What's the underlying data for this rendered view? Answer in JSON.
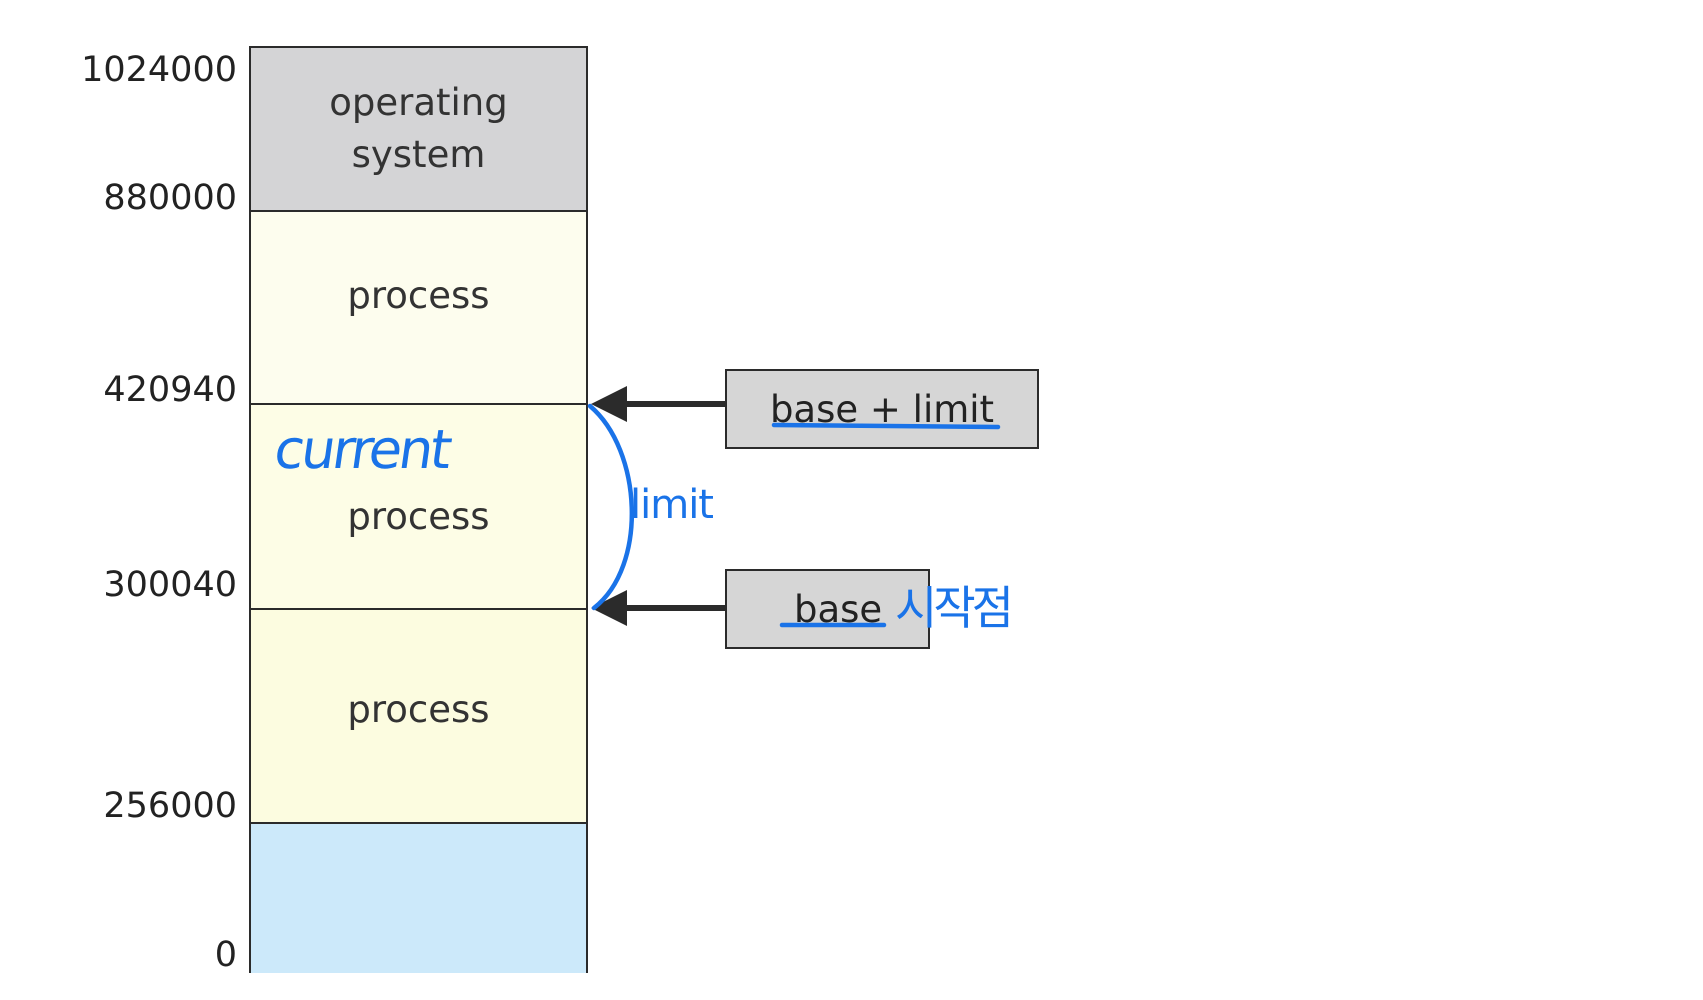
{
  "addresses": {
    "a1024000": "1024000",
    "a880000": "880000",
    "a420940": "420940",
    "a300040": "300040",
    "a256000": "256000",
    "a0": "0"
  },
  "segments": {
    "os": "operating\nsystem",
    "process_top": "process",
    "process_current": "process",
    "process_bottom": "process"
  },
  "registers": {
    "limit_label": "base + limit",
    "base_label": "base"
  },
  "annotations": {
    "current": "current",
    "limit": "limit",
    "start": "시작점"
  },
  "colors": {
    "os_fill": "#d4d4d6",
    "process_fill": "#fdfde6",
    "free_fill": "#cce9fa",
    "register_fill": "#d6d6d6",
    "ink": "#1a73e8",
    "line": "#2b2b2b"
  }
}
